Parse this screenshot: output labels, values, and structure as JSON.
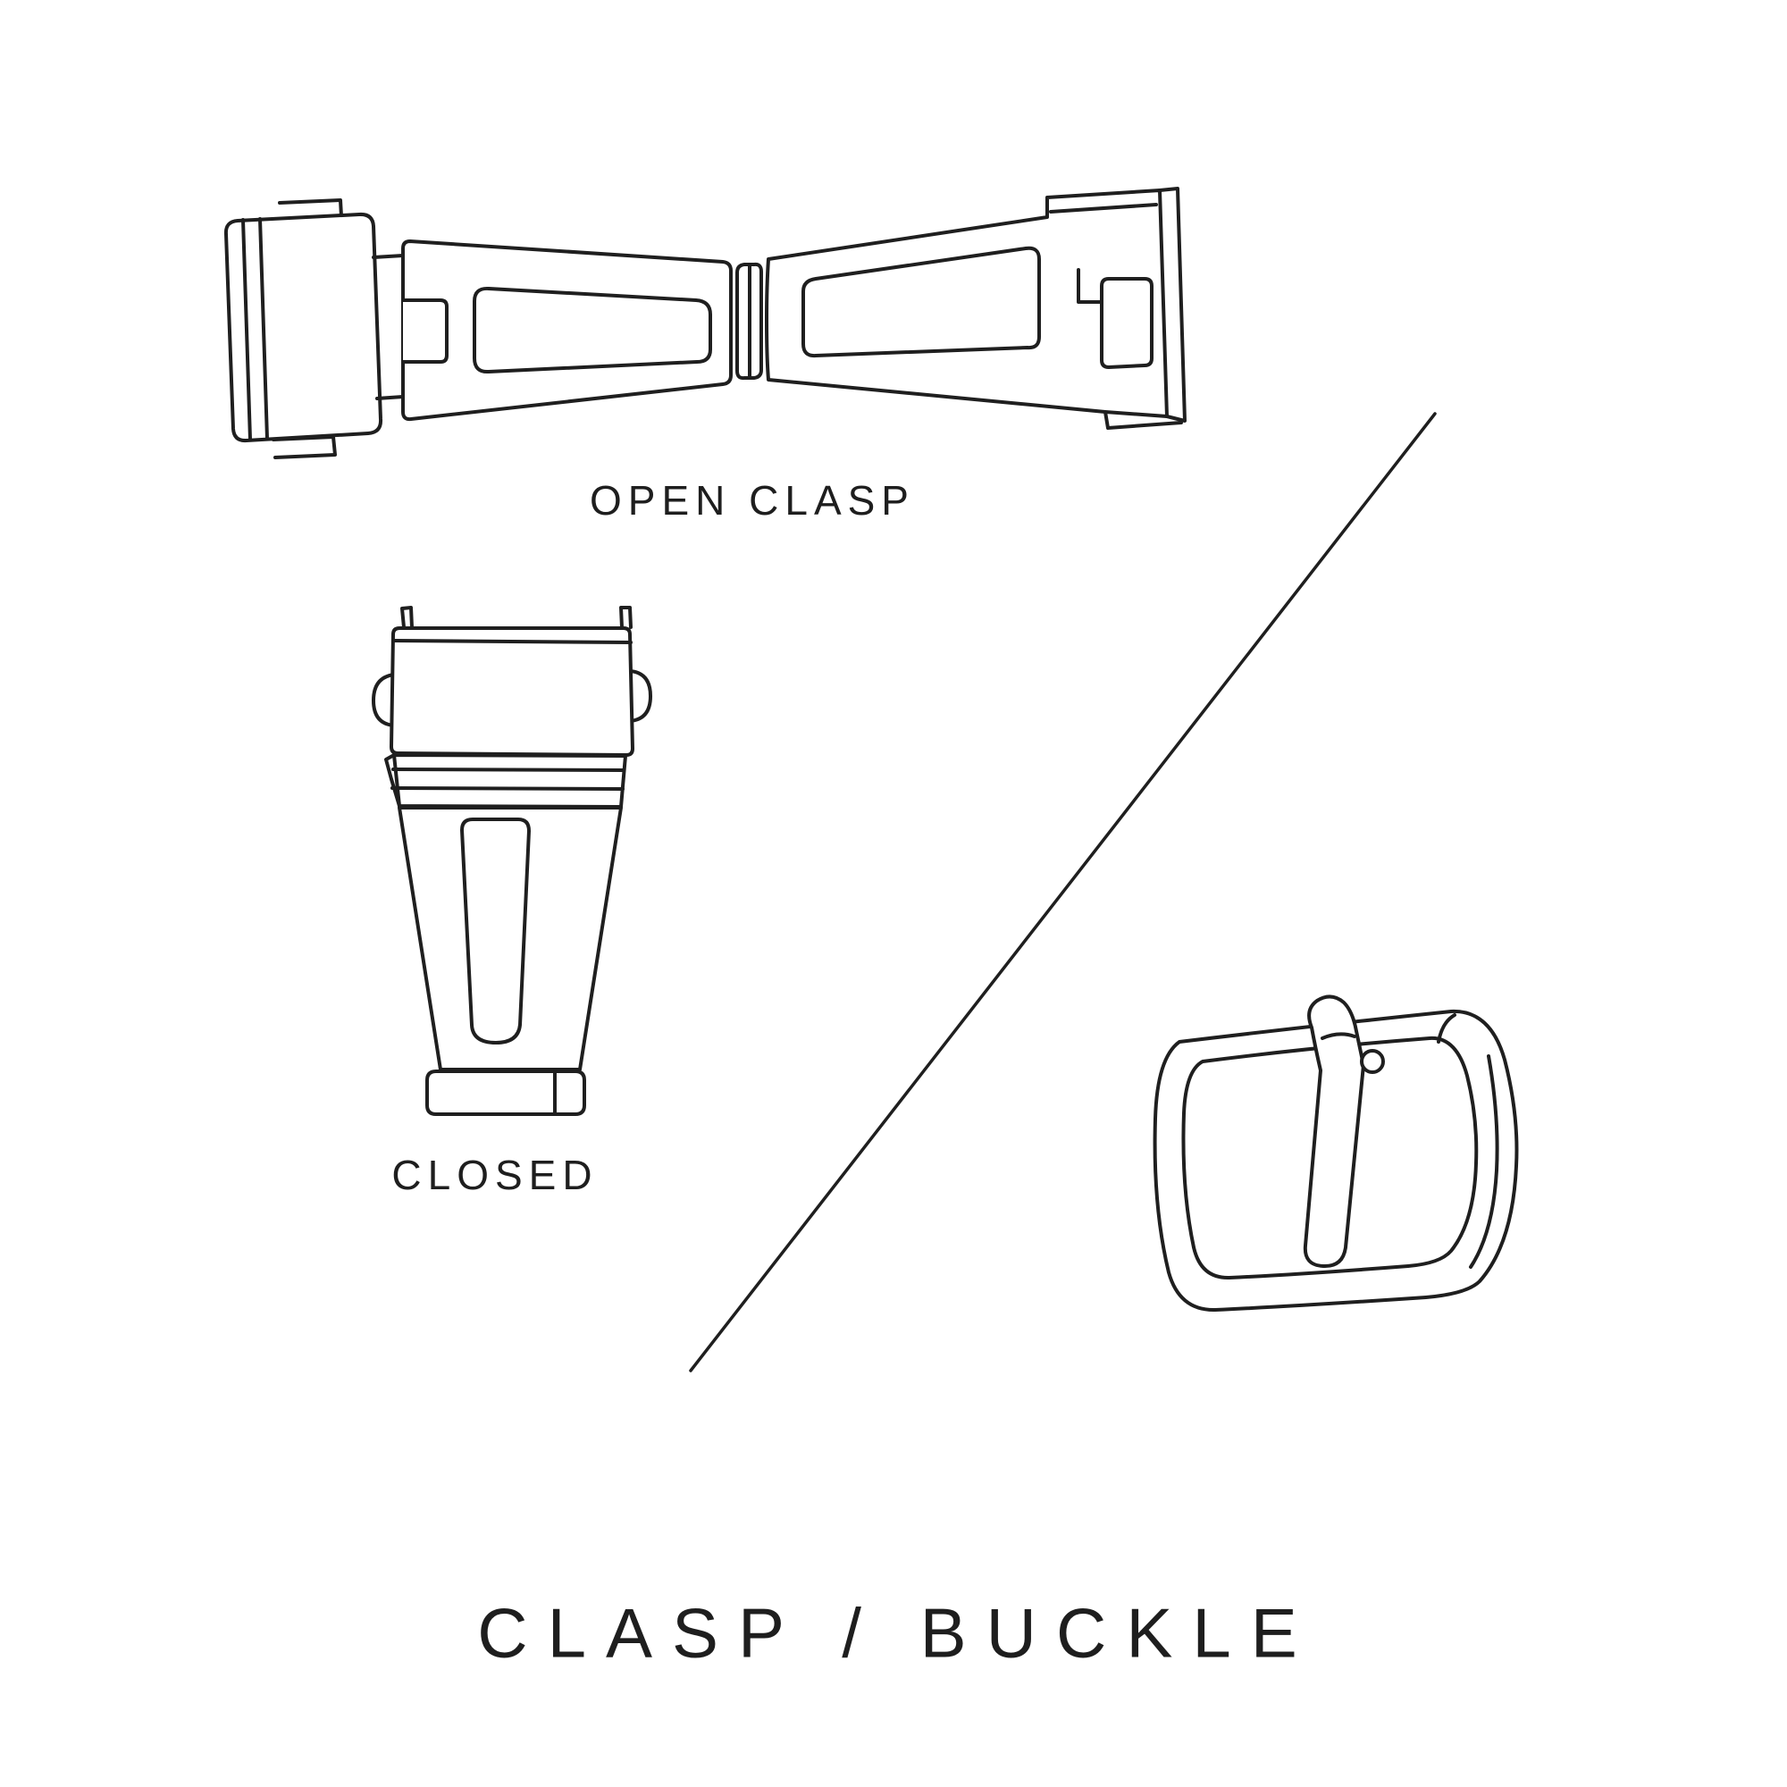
{
  "colors": {
    "background": "#ffffff",
    "line": "#1f1f1f",
    "text": "#1e1e1e"
  },
  "labels": {
    "open_clasp": "OPEN CLASP",
    "closed": "CLOSED"
  },
  "title": "CLASP / BUCKLE"
}
